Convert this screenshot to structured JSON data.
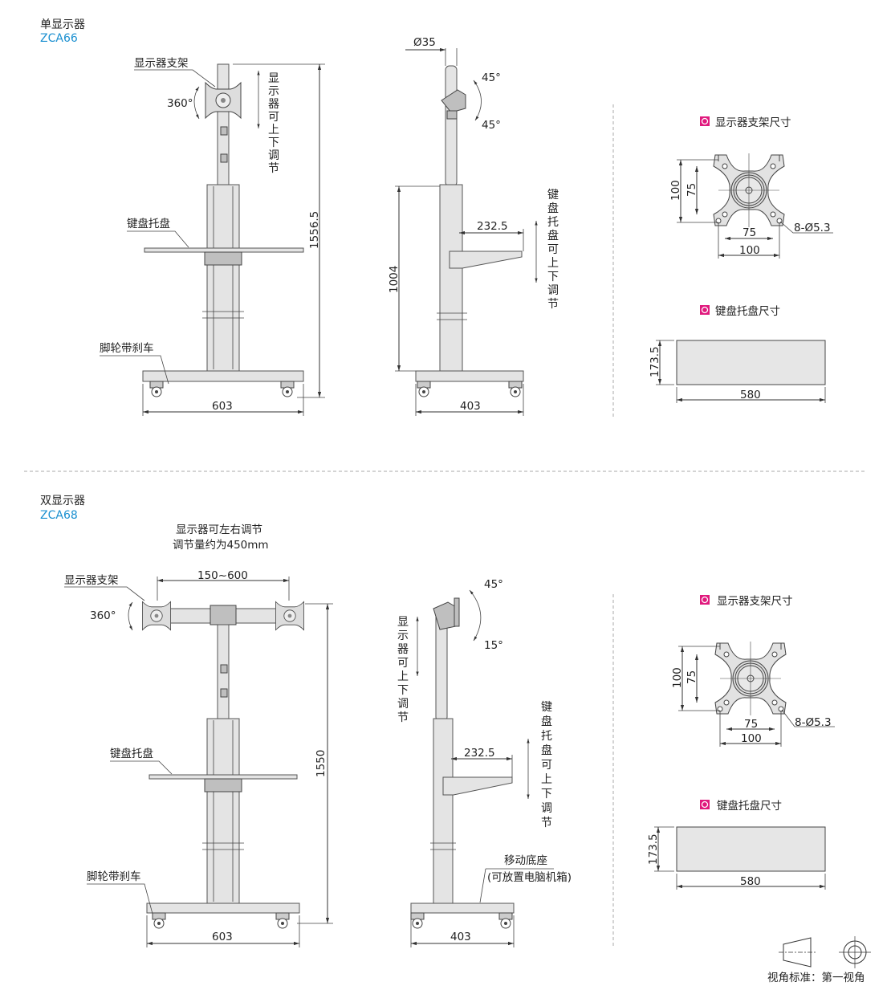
{
  "single": {
    "title": "单显示器",
    "model": "ZCA66",
    "front": {
      "bracket_label": "显示器支架",
      "rotation": "360°",
      "height_adjust": [
        "显",
        "示",
        "器",
        "可",
        "上",
        "下",
        "调",
        "节"
      ],
      "height": "1556.5",
      "tray_label": "键盘托盘",
      "caster_label": "脚轮带刹车",
      "width": "603"
    },
    "side": {
      "pole_diameter": "Ø35",
      "tilt_up": "45°",
      "tilt_down": "45°",
      "column_height": "1004",
      "tray_depth": "232.5",
      "tray_adjust": [
        "键",
        "盘",
        "托",
        "盘",
        "可",
        "上",
        "下",
        "调",
        "节"
      ],
      "depth": "403"
    },
    "bracket_dims": {
      "heading": "显示器支架尺寸",
      "outer_v": "100",
      "inner_v": "75",
      "inner_h": "75",
      "outer_h": "100",
      "holes": "8-Ø5.3"
    },
    "tray_dims": {
      "heading": "键盘托盘尺寸",
      "height": "173.5",
      "width": "580"
    }
  },
  "dual": {
    "title": "双显示器",
    "model": "ZCA68",
    "front": {
      "lr_adjust_line1": "显示器可左右调节",
      "lr_adjust_line2": "调节量约为450mm",
      "span": "150~600",
      "bracket_label": "显示器支架",
      "rotation": "360°",
      "tray_label": "键盘托盘",
      "caster_label": "脚轮带刹车",
      "height": "1550",
      "width": "603"
    },
    "side": {
      "tilt_up": "45°",
      "tilt_down": "15°",
      "height_adjust": [
        "显",
        "示",
        "器",
        "可",
        "上",
        "下",
        "调",
        "节"
      ],
      "tray_depth": "232.5",
      "tray_adjust": [
        "键",
        "盘",
        "托",
        "盘",
        "可",
        "上",
        "下",
        "调",
        "节"
      ],
      "base_label_line1": "移动底座",
      "base_label_line2": "(可放置电脑机箱)",
      "depth": "403"
    },
    "bracket_dims": {
      "heading": "显示器支架尺寸",
      "outer_v": "100",
      "inner_v": "75",
      "inner_h": "75",
      "outer_h": "100",
      "holes": "8-Ø5.3"
    },
    "tray_dims": {
      "heading": "键盘托盘尺寸",
      "height": "173.5",
      "width": "580"
    }
  },
  "view_standard": "视角标准：第一视角",
  "colors": {
    "accent": "#e0197d",
    "model": "#1a8fd0"
  }
}
